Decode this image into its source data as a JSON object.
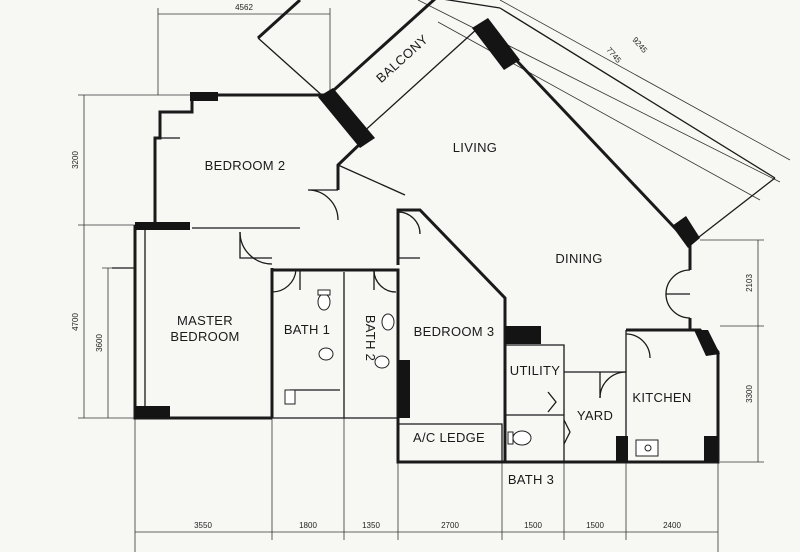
{
  "rooms": {
    "balcony": "BALCONY",
    "living": "LIVING",
    "bedroom2": "BEDROOM 2",
    "dining": "DINING",
    "master_line1": "MASTER",
    "master_line2": "BEDROOM",
    "bath1": "BATH 1",
    "bath2": "BATH 2",
    "bedroom3": "BEDROOM 3",
    "utility": "UTILITY",
    "yard": "YARD",
    "kitchen": "KITCHEN",
    "ac_ledge": "A/C LEDGE",
    "bath3": "BATH 3"
  },
  "dimensions": {
    "top_width": "4562",
    "diag_outer": "9245",
    "diag_inner": "7745",
    "left_upper": "3200",
    "left_outer": "4700",
    "left_inner": "3600",
    "right_upper": "2103",
    "right_lower": "3300",
    "bottom": [
      "3550",
      "1800",
      "1350",
      "2700",
      "1500",
      "1500",
      "2400"
    ]
  }
}
